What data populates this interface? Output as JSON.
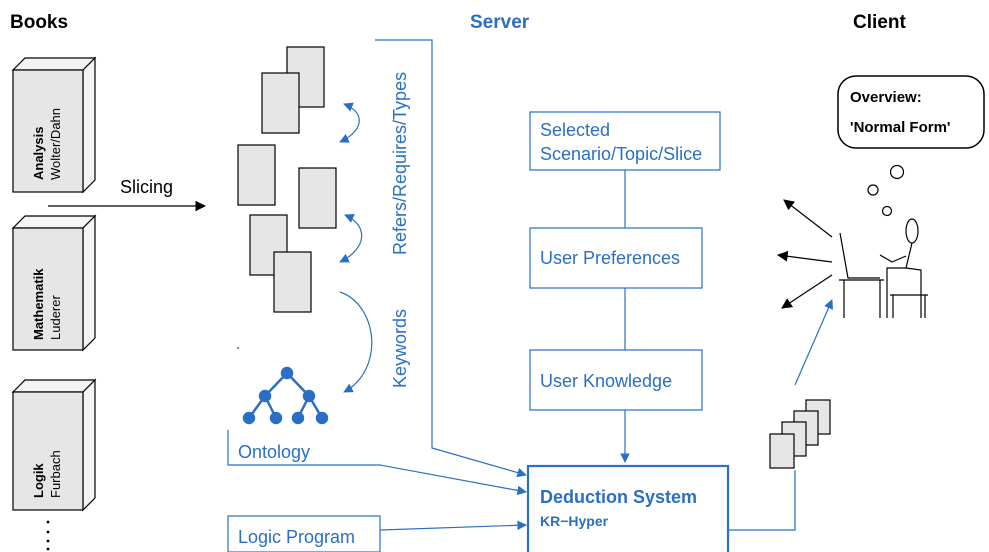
{
  "colors": {
    "accent": "#2a6fc4",
    "ink": "#000000",
    "page_fill": "#e6e6e6"
  },
  "headers": {
    "books": "Books",
    "server": "Server",
    "client": "Client"
  },
  "books": [
    {
      "title": "Analysis",
      "author": "Wolter/Dahn"
    },
    {
      "title": "Mathematik",
      "author": "Luderer"
    },
    {
      "title": "Logik",
      "author": "Furbach"
    }
  ],
  "labels": {
    "slicing": "Slicing",
    "refers": "Refers/Requires/Types",
    "keywords": "Keywords",
    "ontology": "Ontology",
    "logic_program": "Logic Program"
  },
  "server_boxes": {
    "selected_line1": "Selected",
    "selected_line2": "Scenario/Topic/Slice",
    "preferences": "User Preferences",
    "knowledge": "User Knowledge",
    "deduction_title": "Deduction System",
    "deduction_sub": "KR−Hyper"
  },
  "client": {
    "bubble_line1": "Overview:",
    "bubble_line2": "'Normal Form'"
  }
}
